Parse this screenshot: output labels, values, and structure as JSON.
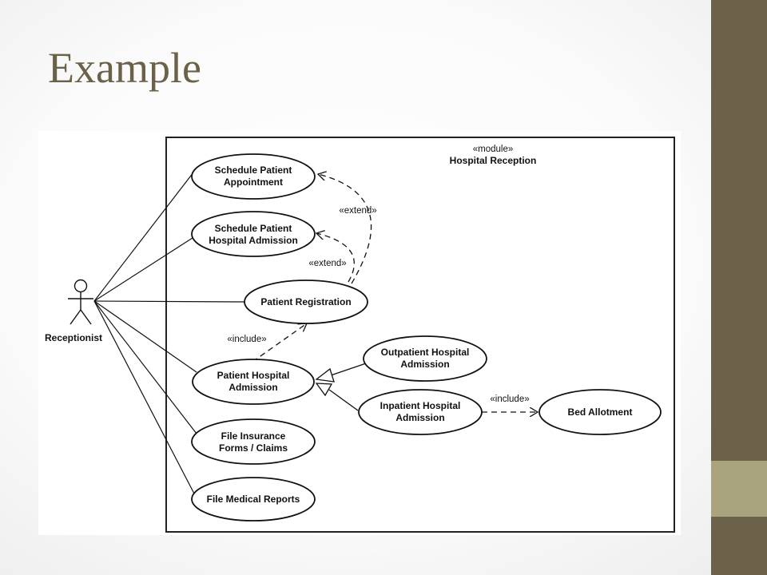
{
  "slide": {
    "title": "Example"
  },
  "colors": {
    "title": "#6b6148",
    "bar_dark": "#6c6149",
    "bar_light": "#a9a37e"
  },
  "diagram": {
    "system": {
      "stereotype": "«module»",
      "name": "Hospital Reception"
    },
    "actor": {
      "name": "Receptionist"
    },
    "use_cases": {
      "schedule_appointment": [
        "Schedule Patient",
        "Appointment"
      ],
      "schedule_admission": [
        "Schedule Patient",
        "Hospital Admission"
      ],
      "registration": [
        "Patient Registration"
      ],
      "hospital_admission": [
        "Patient Hospital",
        "Admission"
      ],
      "outpatient": [
        "Outpatient Hospital",
        "Admission"
      ],
      "inpatient": [
        "Inpatient Hospital",
        "Admission"
      ],
      "bed_allotment": [
        "Bed Allotment"
      ],
      "insurance": [
        "File Insurance",
        "Forms / Claims"
      ],
      "medical_reports": [
        "File Medical Reports"
      ]
    },
    "relations": {
      "extend_1": "«extend»",
      "extend_2": "«extend»",
      "include_1": "«include»",
      "include_2": "«include»"
    }
  }
}
